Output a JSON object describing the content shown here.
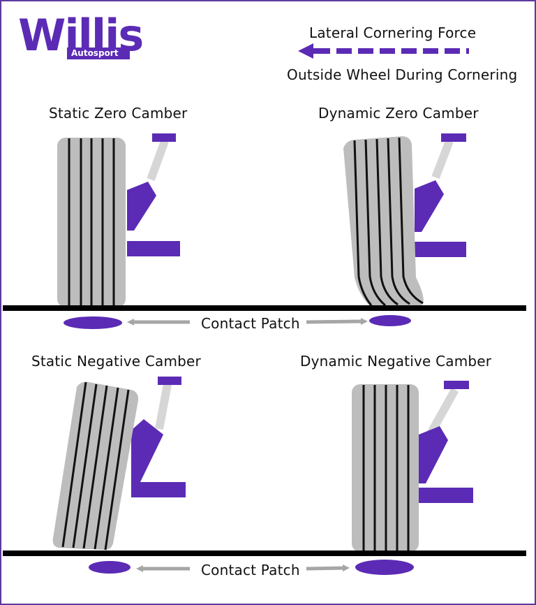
{
  "logo": {
    "name": "Willis",
    "sub": "Autosport"
  },
  "legend": {
    "force_label": "Lateral Cornering Force",
    "wheel_label": "Outside Wheel During Cornering"
  },
  "panels": {
    "static_zero": "Static Zero Camber",
    "dynamic_zero": "Dynamic Zero Camber",
    "static_negative": "Static Negative Camber",
    "dynamic_negative": "Dynamic Negative Camber"
  },
  "contact_patch_top": "Contact Patch",
  "contact_patch_bottom": "Contact Patch",
  "colors": {
    "accent": "#5b2bb5",
    "tire": "#bdbdbd",
    "tread": "#111111",
    "strut": "#d6d6d6",
    "ground": "#000000",
    "arrow_gray": "#a6a6a6",
    "border": "#5c3a9e"
  }
}
